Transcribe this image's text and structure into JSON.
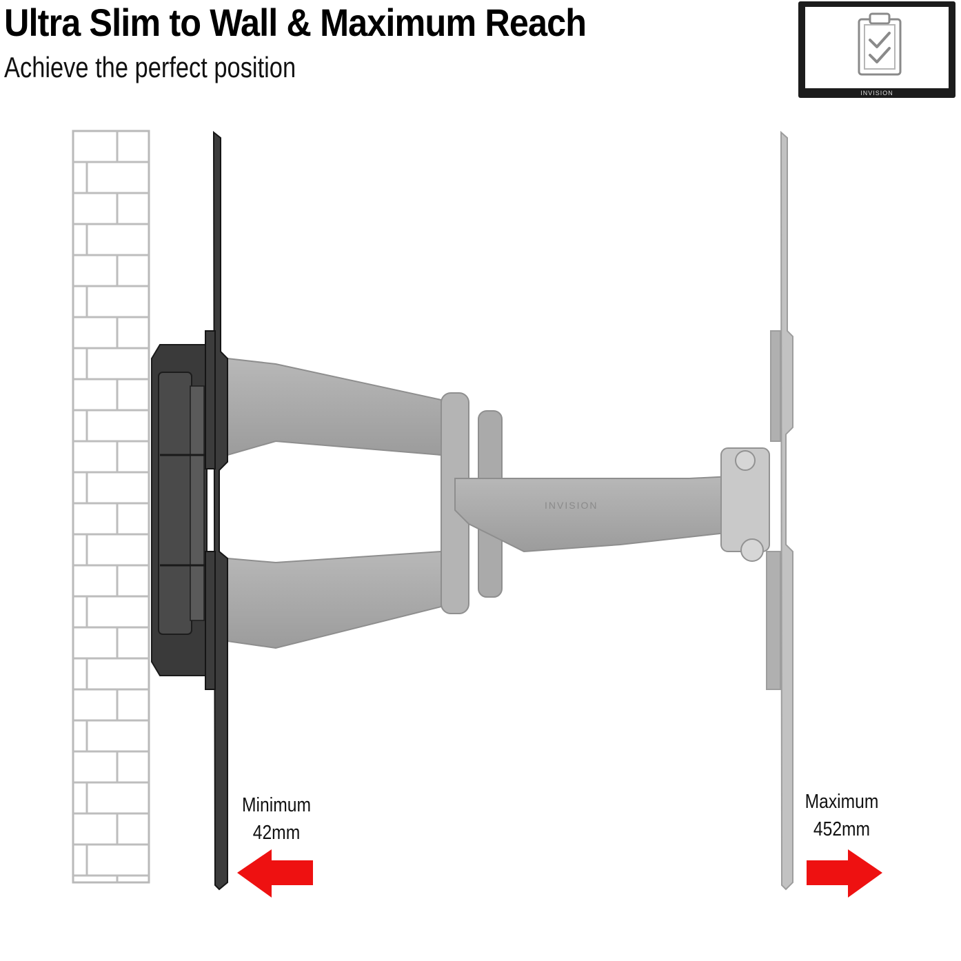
{
  "header": {
    "title": "Ultra Slim to Wall & Maximum Reach",
    "subtitle": "Achieve the perfect position"
  },
  "badge": {
    "icon": "clipboard-check-icon",
    "brand": "INVISION"
  },
  "arm": {
    "brand": "INVISION"
  },
  "minimum": {
    "label": "Minimum",
    "value": "42mm"
  },
  "maximum": {
    "label": "Maximum",
    "value": "452mm"
  },
  "colors": {
    "arrow": "#ee1111",
    "arm": "#a9a9a9",
    "bracket": "#2e2e2e"
  }
}
